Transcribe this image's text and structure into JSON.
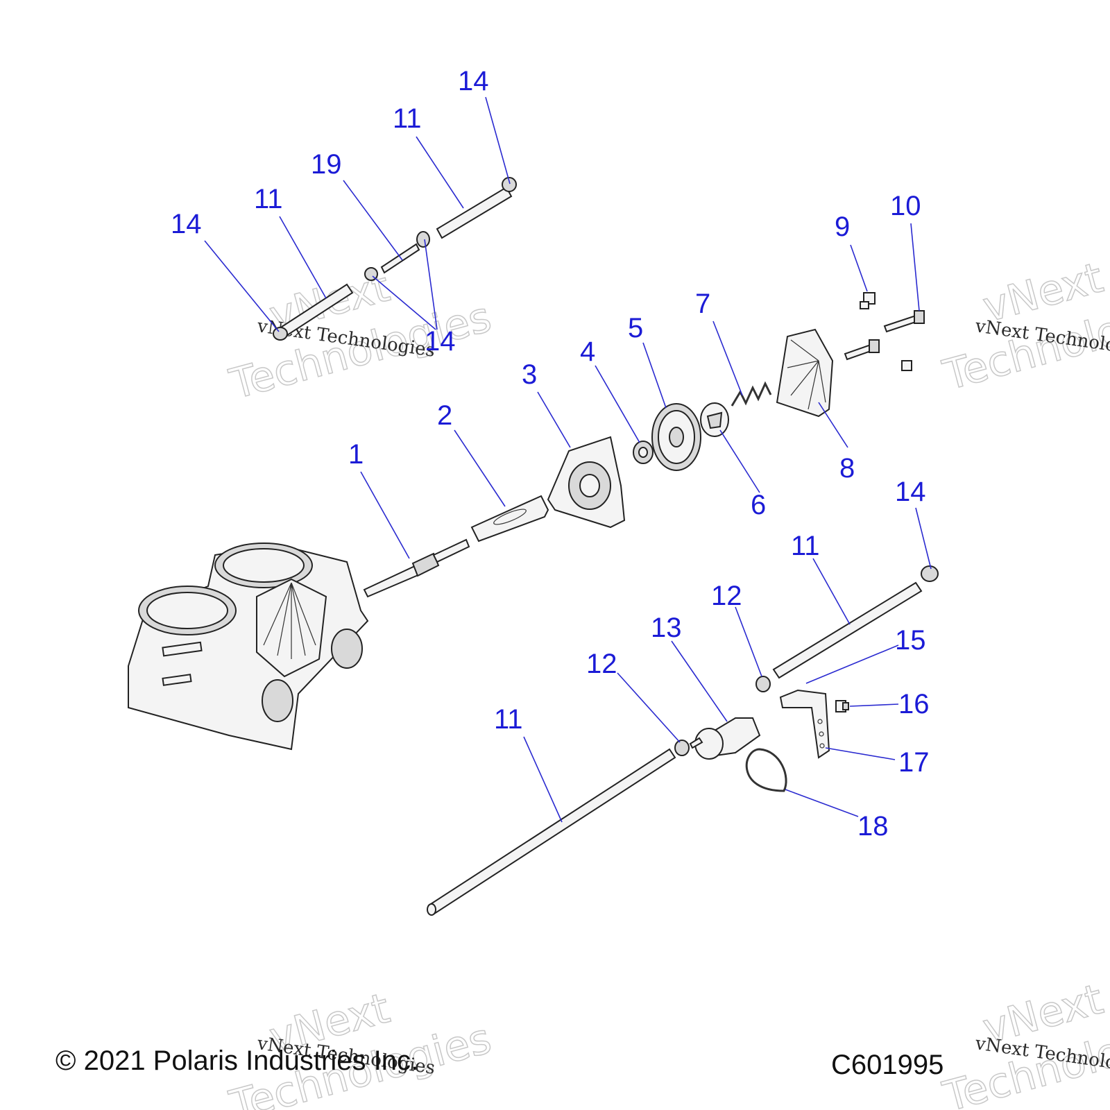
{
  "callouts": {
    "c1": "1",
    "c2": "2",
    "c3": "3",
    "c4": "4",
    "c5": "5",
    "c6": "6",
    "c7": "7",
    "c8": "8",
    "c9": "9",
    "c10": "10",
    "c11a": "11",
    "c11b": "11",
    "c11c": "11",
    "c11d": "11",
    "c12a": "12",
    "c12b": "12",
    "c13": "13",
    "c14a": "14",
    "c14b": "14",
    "c14c": "14",
    "c14d": "14",
    "c15": "15",
    "c16": "16",
    "c17": "17",
    "c18": "18",
    "c19": "19"
  },
  "watermark": {
    "line1": "vNext Technologies",
    "word1": "vNext",
    "word2": "Technologies"
  },
  "footer": {
    "copyright": "© 2021 Polaris Industries Inc.",
    "code": "C601995"
  },
  "colors": {
    "callout": "#1b1bd6",
    "leader": "#2a2ad0"
  }
}
